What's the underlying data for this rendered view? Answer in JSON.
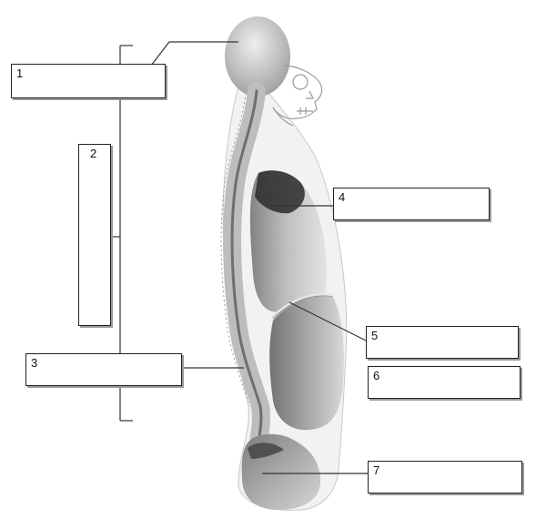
{
  "diagram": {
    "labels": [
      {
        "number": "1"
      },
      {
        "number": "2"
      },
      {
        "number": "3"
      },
      {
        "number": "4"
      },
      {
        "number": "5"
      },
      {
        "number": "6"
      },
      {
        "number": "7"
      }
    ]
  }
}
